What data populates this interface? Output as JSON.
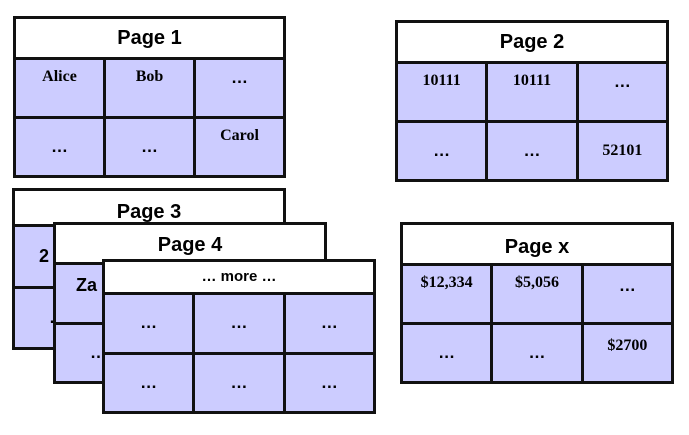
{
  "pages": {
    "page1": {
      "title": "Page 1",
      "cells": [
        "Alice",
        "Bob",
        "…",
        "…",
        "…",
        "Carol"
      ]
    },
    "page2": {
      "title": "Page 2",
      "cells": [
        "10111",
        "10111",
        "…",
        "…",
        "…",
        "52101"
      ]
    },
    "page3": {
      "title": "Page 3",
      "cells": [
        "2",
        "",
        "",
        "…",
        "",
        ""
      ]
    },
    "page4": {
      "title": "Page 4",
      "cells": [
        "Za",
        "",
        "",
        "…",
        "",
        ""
      ]
    },
    "more": {
      "title": "… more …",
      "cells": [
        "…",
        "…",
        "…",
        "…",
        "…",
        "…"
      ]
    },
    "pagex": {
      "title": "Page x",
      "cells": [
        "$12,334",
        "$5,056",
        "…",
        "…",
        "…",
        "$2700"
      ]
    }
  },
  "colors": {
    "cell_fill": "#ccccff",
    "border": "#111111"
  }
}
